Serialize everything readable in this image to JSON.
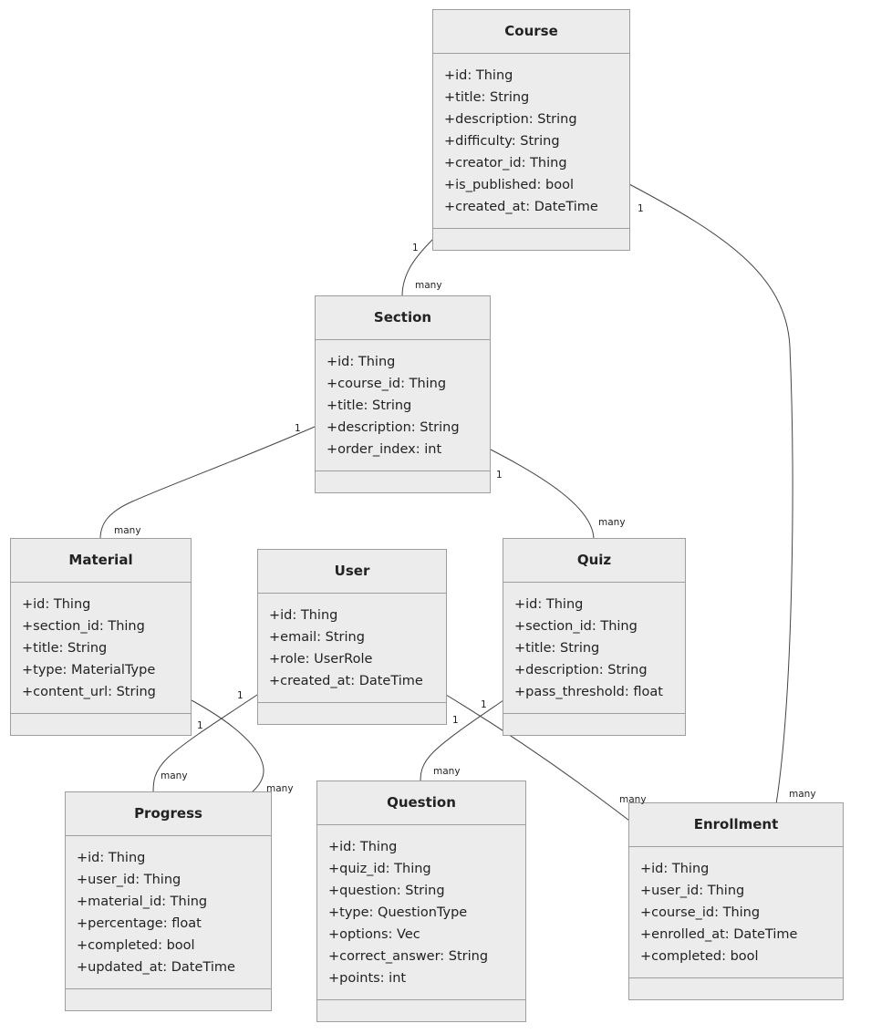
{
  "classes": {
    "course": {
      "title": "Course",
      "attributes": [
        "+id: Thing",
        "+title: String",
        "+description: String",
        "+difficulty: String",
        "+creator_id: Thing",
        "+is_published: bool",
        "+created_at: DateTime"
      ]
    },
    "section": {
      "title": "Section",
      "attributes": [
        "+id: Thing",
        "+course_id: Thing",
        "+title: String",
        "+description: String",
        "+order_index: int"
      ]
    },
    "material": {
      "title": "Material",
      "attributes": [
        "+id: Thing",
        "+section_id: Thing",
        "+title: String",
        "+type: MaterialType",
        "+content_url: String"
      ]
    },
    "user": {
      "title": "User",
      "attributes": [
        "+id: Thing",
        "+email: String",
        "+role: UserRole",
        "+created_at: DateTime"
      ]
    },
    "quiz": {
      "title": "Quiz",
      "attributes": [
        "+id: Thing",
        "+section_id: Thing",
        "+title: String",
        "+description: String",
        "+pass_threshold: float"
      ]
    },
    "progress": {
      "title": "Progress",
      "attributes": [
        "+id: Thing",
        "+user_id: Thing",
        "+material_id: Thing",
        "+percentage: float",
        "+completed: bool",
        "+updated_at: DateTime"
      ]
    },
    "question": {
      "title": "Question",
      "attributes": [
        "+id: Thing",
        "+quiz_id: Thing",
        "+question: String",
        "+type: QuestionType",
        "+options: Vec",
        "+correct_answer: String",
        "+points: int"
      ]
    },
    "enrollment": {
      "title": "Enrollment",
      "attributes": [
        "+id: Thing",
        "+user_id: Thing",
        "+course_id: Thing",
        "+enrolled_at: DateTime",
        "+completed: bool"
      ]
    }
  },
  "relations": [
    {
      "id": "course-section",
      "from_mult": "1",
      "to_mult": "many"
    },
    {
      "id": "course-enrollment",
      "from_mult": "1",
      "to_mult": "many"
    },
    {
      "id": "section-material",
      "from_mult": "1",
      "to_mult": "many"
    },
    {
      "id": "section-quiz",
      "from_mult": "1",
      "to_mult": "many"
    },
    {
      "id": "user-progress",
      "from_mult": "1",
      "to_mult": "many"
    },
    {
      "id": "material-progress",
      "from_mult": "1",
      "to_mult": "many"
    },
    {
      "id": "quiz-question",
      "from_mult": "1",
      "to_mult": "many"
    },
    {
      "id": "user-enrollment",
      "from_mult": "1",
      "to_mult": "many"
    }
  ]
}
